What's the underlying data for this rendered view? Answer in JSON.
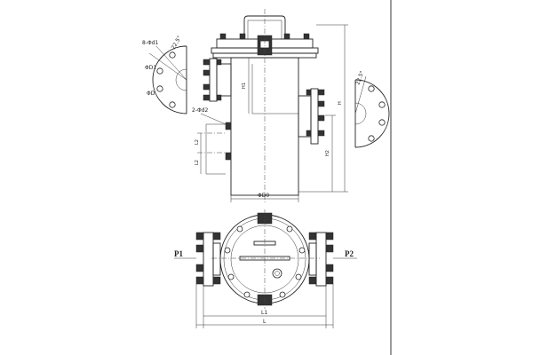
{
  "labels": {
    "hole_spec_left": "8-Φd1",
    "hole_spec_drain": "2-Φd2",
    "angle_left": "22.5°",
    "angle_right": "22.5°",
    "d1": "ΦD1",
    "d": "ΦD",
    "h1": "H1",
    "h": "H",
    "h2": "H2",
    "l2_a": "L2",
    "l2_b": "L2",
    "d0": "ΦD0",
    "l1": "L1",
    "l": "L",
    "p1": "P1",
    "p2": "P2"
  },
  "colors": {
    "line": "#222222",
    "background": "#ffffff"
  }
}
